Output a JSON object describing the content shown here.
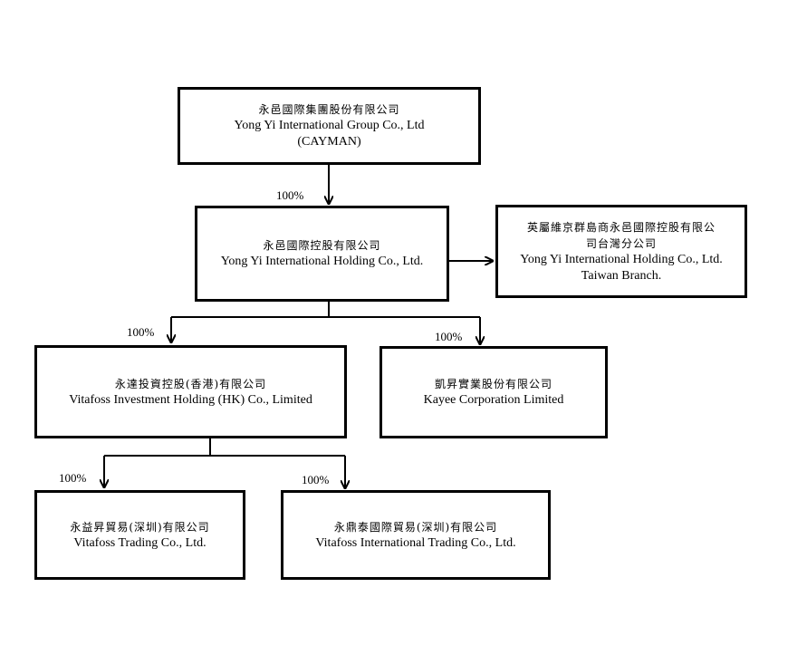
{
  "nodes": {
    "group": {
      "zh": "永邑國際集團股份有限公司",
      "en": "Yong Yi International Group Co., Ltd",
      "en2": "(CAYMAN)"
    },
    "holding": {
      "zh": "永邑國際控股有限公司",
      "en": "Yong Yi International Holding Co., Ltd."
    },
    "taiwan": {
      "zh": "英屬維京群島商永邑國際控股有限公",
      "zh2": "司台灣分公司",
      "en": "Yong Yi International Holding Co., Ltd.",
      "en2": "Taiwan Branch."
    },
    "vitafoss_hk": {
      "zh": "永達投資控股(香港)有限公司",
      "en": "Vitafoss Investment Holding (HK) Co., Limited"
    },
    "kayee": {
      "zh": "凱昇實業股份有限公司",
      "en": "Kayee Corporation Limited"
    },
    "vitafoss_trading": {
      "zh": "永益昇貿易(深圳)有限公司",
      "en": "Vitafoss Trading Co., Ltd."
    },
    "vitafoss_intl": {
      "zh": "永鼎泰國際貿易(深圳)有限公司",
      "en": "Vitafoss International Trading Co., Ltd."
    }
  },
  "ownership": {
    "group_to_holding": "100%",
    "holding_to_vitafoss_hk": "100%",
    "holding_to_kayee": "100%",
    "hk_to_trading": "100%",
    "hk_to_intl": "100%"
  }
}
